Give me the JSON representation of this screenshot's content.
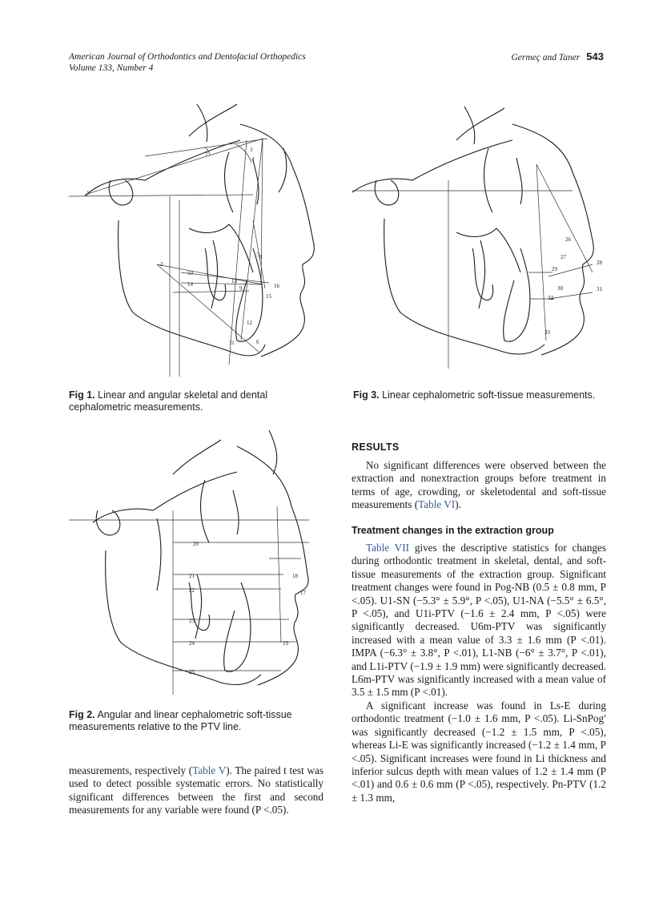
{
  "header": {
    "journal": "American Journal of Orthodontics and Dentofacial Orthopedics",
    "volume": "Volume 133, Number 4",
    "authors": "Germeç and Taner",
    "page": "543"
  },
  "figures": {
    "fig1": {
      "label": "Fig 1.",
      "caption": "Linear and angular skeletal and dental cephalometric measurements.",
      "numbers": [
        "1",
        "2",
        "3",
        "4",
        "5",
        "6",
        "7",
        "8",
        "9",
        "10",
        "11",
        "12",
        "13",
        "14",
        "15",
        "16"
      ]
    },
    "fig2": {
      "label": "Fig 2.",
      "caption": "Angular and linear cephalometric soft-tissue measurements relative to the PTV line.",
      "numbers": [
        "17",
        "18",
        "19",
        "20",
        "21",
        "22",
        "23",
        "24",
        "25"
      ]
    },
    "fig3": {
      "label": "Fig 3.",
      "caption": "Linear cephalometric soft-tissue measurements.",
      "numbers": [
        "26",
        "27",
        "28",
        "29",
        "30",
        "31",
        "32",
        "33"
      ]
    }
  },
  "left_column": {
    "p1_a": "measurements, respectively (",
    "p1_link": "Table V",
    "p1_b": "). The paired t test was used to detect possible systematic errors. No statistically significant differences between the first and second measurements for any variable were found (P <.05)."
  },
  "right_column": {
    "heading_results": "RESULTS",
    "p_results_a": "No significant differences were observed between the extraction and nonextraction groups before treatment in terms of age, crowding, or skeletodental and soft-tissue measurements (",
    "p_results_link": "Table VI",
    "p_results_b": ").",
    "heading_extraction": "Treatment changes in the extraction group",
    "p2_link": "Table VII",
    "p2_text": " gives the descriptive statistics for changes during orthodontic treatment in skeletal, dental, and soft-tissue measurements of the extraction group. Significant treatment changes were found in Pog-NB (0.5 ± 0.8 mm, P <.05). U1-SN (−5.3° ± 5.9°, P <.05), U1-NA (−5.5° ± 6.5°, P <.05), and U1i-PTV (−1.6 ± 2.4 mm, P <.05) were significantly decreased. U6m-PTV was significantly increased with a mean value of 3.3 ± 1.6 mm (P <.01). IMPA (−6.3° ± 3.8°, P <.01), L1-NB (−6° ± 3.7°, P <.01), and L1i-PTV (−1.9 ± 1.9 mm) were significantly decreased. L6m-PTV was significantly increased with a mean value of 3.5 ± 1.5 mm (P <.01).",
    "p3_text": "A significant increase was found in Ls-E during orthodontic treatment (−1.0 ± 1.6 mm, P <.05). Li-SnPog′ was significantly decreased (−1.2 ± 1.5 mm, P <.05), whereas Li-E was significantly increased (−1.2 ± 1.4 mm, P <.05). Significant increases were found in Li thickness and inferior sulcus depth with mean values of 1.2 ± 1.4 mm (P <.01) and 0.6 ± 0.6 mm (P <.05), respectively. Pn-PTV (1.2 ± 1.3 mm,"
  }
}
